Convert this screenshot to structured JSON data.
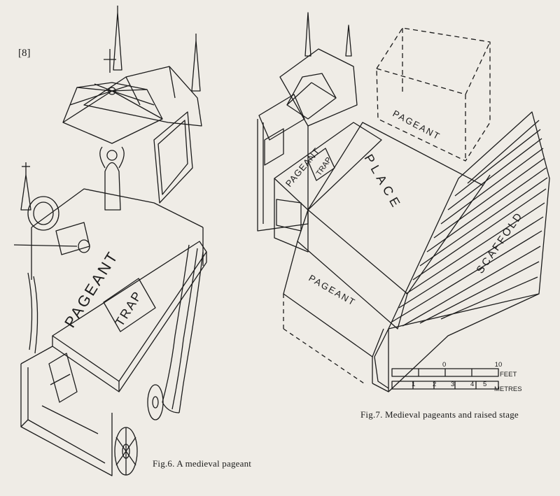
{
  "page_number": "[8]",
  "fig6": {
    "caption": "Fig.6. A medieval pageant",
    "labels": {
      "pageant": "PAGEANT",
      "trap": "TRAP"
    }
  },
  "fig7": {
    "caption": "Fig.7. Medieval pageants and raised stage",
    "labels": {
      "pageant_top": "PAGEANT",
      "pageant_left": "PAGEANT",
      "trap": "TRAP",
      "place": "PLACE",
      "scaffold": "SCAFFOLD",
      "pageant_bottom": "PAGEANT"
    },
    "scale": {
      "feet_start": "0",
      "feet_end": "10",
      "feet_unit": "FEET",
      "metre_ticks": [
        "1",
        "2",
        "3",
        "4",
        "5"
      ],
      "metre_unit": "METRES"
    }
  },
  "colors": {
    "paper": "#efece6",
    "ink": "#1b1b1b"
  }
}
